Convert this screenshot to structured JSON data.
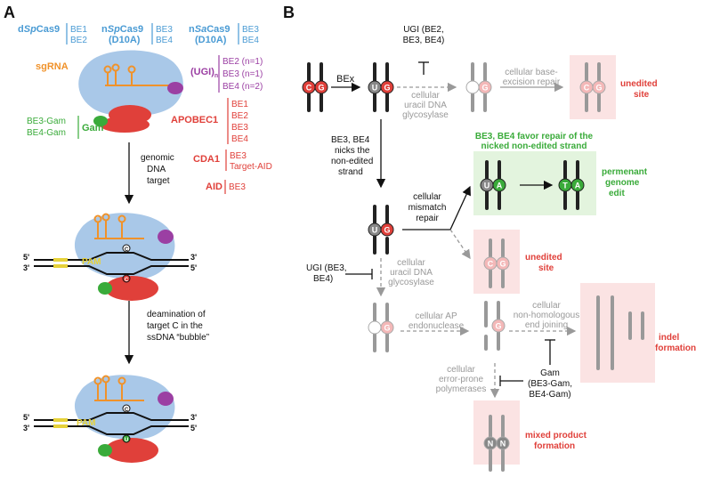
{
  "panelA": {
    "label": "A",
    "header": {
      "dSpCas9_pre": "d",
      "dSpCas9_it": "Sp",
      "dSpCas9_post": "Cas9",
      "dSpCas9_vals": [
        "BE1",
        "BE2"
      ],
      "nSpCas9_pre": "n",
      "nSpCas9_it": "Sp",
      "nSpCas9_post": "Cas9",
      "nSpCas9_sub": "(D10A)",
      "nSpCas9_vals": [
        "BE3",
        "BE4"
      ],
      "nSaCas9_pre": "n",
      "nSaCas9_it": "Sa",
      "nSaCas9_post": "Cas9",
      "nSaCas9_sub": "(D10A)",
      "nSaCas9_vals": [
        "BE3",
        "BE4"
      ]
    },
    "sgRNA": "sgRNA",
    "ugi": {
      "label": "(UGI)",
      "sub": "n",
      "vals": [
        "BE2 (n=1)",
        "BE3 (n=1)",
        "BE4 (n=2)"
      ]
    },
    "gam": {
      "label": "Gam",
      "vals": [
        "BE3-Gam",
        "BE4-Gam"
      ]
    },
    "apobec": {
      "label": "APOBEC1",
      "vals": [
        "BE1",
        "BE2",
        "BE3",
        "BE4"
      ]
    },
    "cda1": {
      "label": "CDA1",
      "vals": [
        "BE3",
        "Target-AID"
      ]
    },
    "aid": {
      "label": "AID",
      "vals": [
        "BE3"
      ]
    },
    "step1": [
      "genomic",
      "DNA",
      "target"
    ],
    "step2": [
      "deamination of",
      "target C in the",
      "ssDNA “bubble”"
    ],
    "pam": "PAM",
    "five": "5'",
    "three": "3'",
    "baseC": "C",
    "baseG": "G",
    "baseU": "U"
  },
  "panelB": {
    "label": "B",
    "bex": "BEx",
    "ugi_top": [
      "UGI (BE2,",
      "BE3, BE4)"
    ],
    "glyco_top": [
      "cellular",
      "uracil DNA",
      "glycosylase"
    ],
    "ber": [
      "cellular base-",
      "excision repair"
    ],
    "unedited1": [
      "unedited",
      "site"
    ],
    "nick": [
      "BE3, BE4",
      "nicks the",
      "non-edited",
      "strand"
    ],
    "favor": [
      "BE3, BE4 favor repair of the",
      "nicked non-edited strand"
    ],
    "mismatch": [
      "cellular",
      "mismatch",
      "repair"
    ],
    "permanent": [
      "permenant",
      "genome",
      "edit"
    ],
    "unedited2": [
      "unedited",
      "site"
    ],
    "ugi_mid": [
      "UGI (BE3,",
      "BE4)"
    ],
    "glyco_mid": [
      "cellular",
      "uracil DNA",
      "glycosylase"
    ],
    "ap": [
      "cellular AP",
      "endonuclease"
    ],
    "nhej": [
      "cellular",
      "non-homologous",
      "end joining"
    ],
    "indel": [
      "indel",
      "formation"
    ],
    "gam": [
      "Gam",
      "(BE3-Gam,",
      "BE4-Gam)"
    ],
    "errprone": [
      "cellular",
      "error-prone",
      "polymerases"
    ],
    "mixed": [
      "mixed product",
      "formation"
    ],
    "bases": {
      "C": "C",
      "G": "G",
      "U": "U",
      "A": "A",
      "T": "T",
      "N": "N"
    }
  }
}
